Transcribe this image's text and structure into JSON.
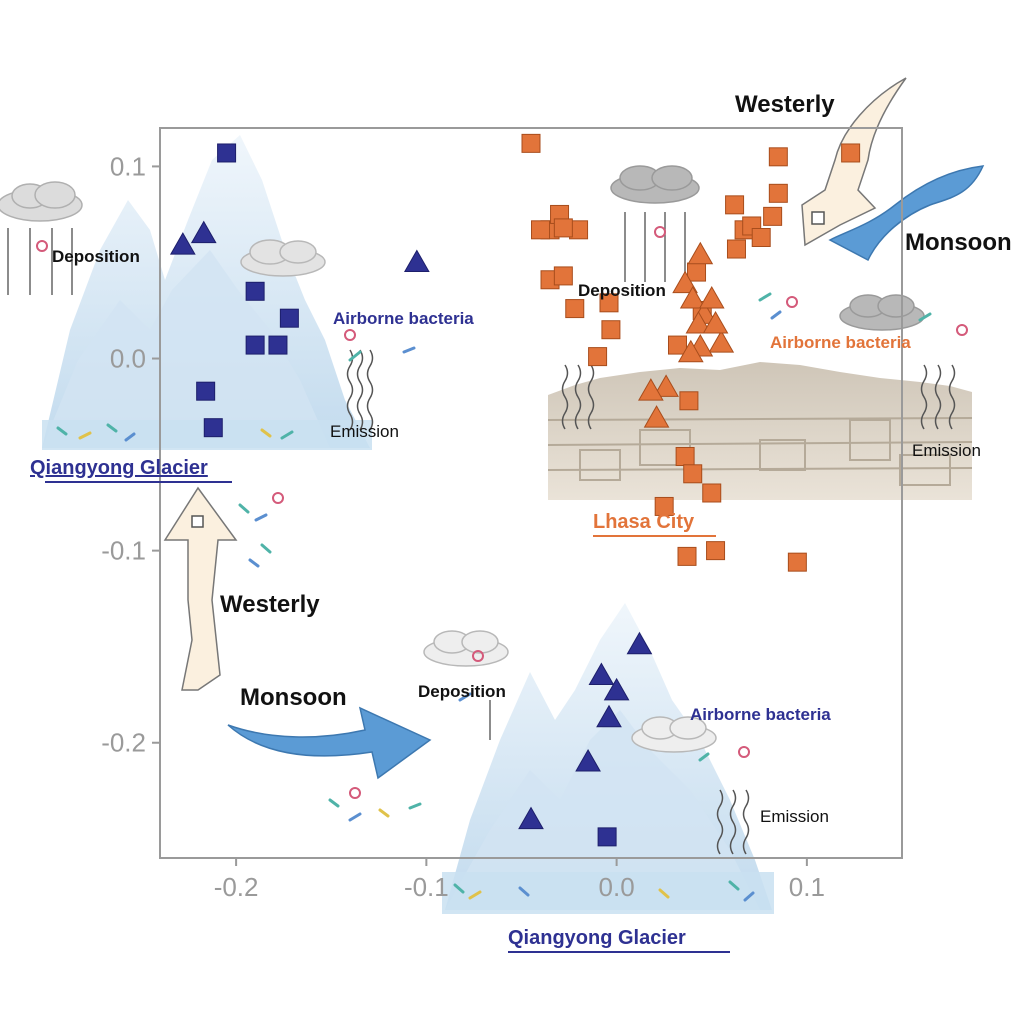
{
  "colors": {
    "glacier": "#2e3192",
    "city": "#e2743a",
    "city_edge": "#a84d1c",
    "ice_light": "#dcebf6",
    "ice_mid": "#c3dcef",
    "monsoon": "#5b9bd5",
    "westerly": "#fbf0df",
    "axis": "#9a9a9a",
    "cloud": "#d9d9d9",
    "cloud_dark": "#a6a6a6"
  },
  "labels": {
    "westerly": "Westerly",
    "monsoon": "Monsoon",
    "deposition": "Deposition",
    "airborne": "Airborne bacteria",
    "emission": "Emission",
    "glacier": "Qiangyong Glacier",
    "city": "Lhasa City"
  },
  "icons": {
    "glacier_square": "square-marker-icon",
    "glacier_triangle": "triangle-marker-icon",
    "city_square": "square-marker-icon",
    "city_triangle": "triangle-marker-icon",
    "cloud": "cloud-icon",
    "mountain": "mountain-icon",
    "arrow": "wind-arrow-icon"
  },
  "chart_data": {
    "type": "scatter",
    "title": "",
    "xlabel": "",
    "ylabel": "",
    "xlim": [
      -0.24,
      0.15
    ],
    "ylim": [
      -0.26,
      0.12
    ],
    "x_ticks": [
      "-0.2",
      "-0.1",
      "0.0",
      "0.1"
    ],
    "y_ticks": [
      "0.1",
      "0.0",
      "-0.1",
      "-0.2"
    ],
    "x_tick_values": [
      -0.2,
      -0.1,
      0.0,
      0.1
    ],
    "y_tick_values": [
      0.1,
      0.0,
      -0.1,
      -0.2
    ],
    "grid": false,
    "series": [
      {
        "group": "glacier",
        "marker": "square",
        "x": [
          -0.205,
          -0.19,
          -0.19,
          -0.178,
          -0.172,
          -0.216,
          -0.212,
          -0.005
        ],
        "y": [
          0.107,
          0.035,
          0.007,
          0.007,
          0.021,
          -0.017,
          -0.036,
          -0.249
        ]
      },
      {
        "group": "glacier",
        "marker": "triangle",
        "x": [
          -0.228,
          -0.217,
          -0.105,
          0.012,
          -0.008,
          0.0,
          -0.004,
          -0.015,
          -0.045
        ],
        "y": [
          0.059,
          0.065,
          0.05,
          -0.149,
          -0.165,
          -0.173,
          -0.187,
          -0.21,
          -0.24
        ]
      },
      {
        "group": "city",
        "marker": "square",
        "x": [
          -0.045,
          0.085,
          0.123,
          -0.035,
          -0.04,
          -0.02,
          -0.03,
          -0.028,
          -0.035,
          -0.022,
          0.062,
          0.067,
          0.063,
          0.071,
          0.076,
          0.085,
          0.082,
          0.042,
          0.045,
          -0.004,
          -0.003,
          0.032,
          -0.01,
          0.038,
          0.036,
          0.04,
          0.025,
          0.05,
          0.052,
          0.037,
          0.095,
          -0.028
        ],
        "y": [
          0.112,
          0.105,
          0.107,
          0.067,
          0.067,
          0.067,
          0.075,
          0.068,
          0.041,
          0.026,
          0.08,
          0.067,
          0.057,
          0.069,
          0.063,
          0.086,
          0.074,
          0.045,
          0.025,
          0.029,
          0.015,
          0.007,
          0.001,
          -0.022,
          -0.051,
          -0.06,
          -0.077,
          -0.07,
          -0.1,
          -0.103,
          -0.106,
          0.043
        ]
      },
      {
        "group": "city",
        "marker": "triangle",
        "x": [
          0.044,
          0.036,
          0.04,
          0.046,
          0.05,
          0.043,
          0.055,
          0.044,
          0.039,
          0.052,
          0.026,
          0.018,
          0.021
        ],
        "y": [
          0.054,
          0.039,
          0.031,
          0.023,
          0.031,
          0.018,
          0.008,
          0.006,
          0.003,
          0.018,
          -0.015,
          -0.017,
          -0.031
        ]
      }
    ]
  }
}
